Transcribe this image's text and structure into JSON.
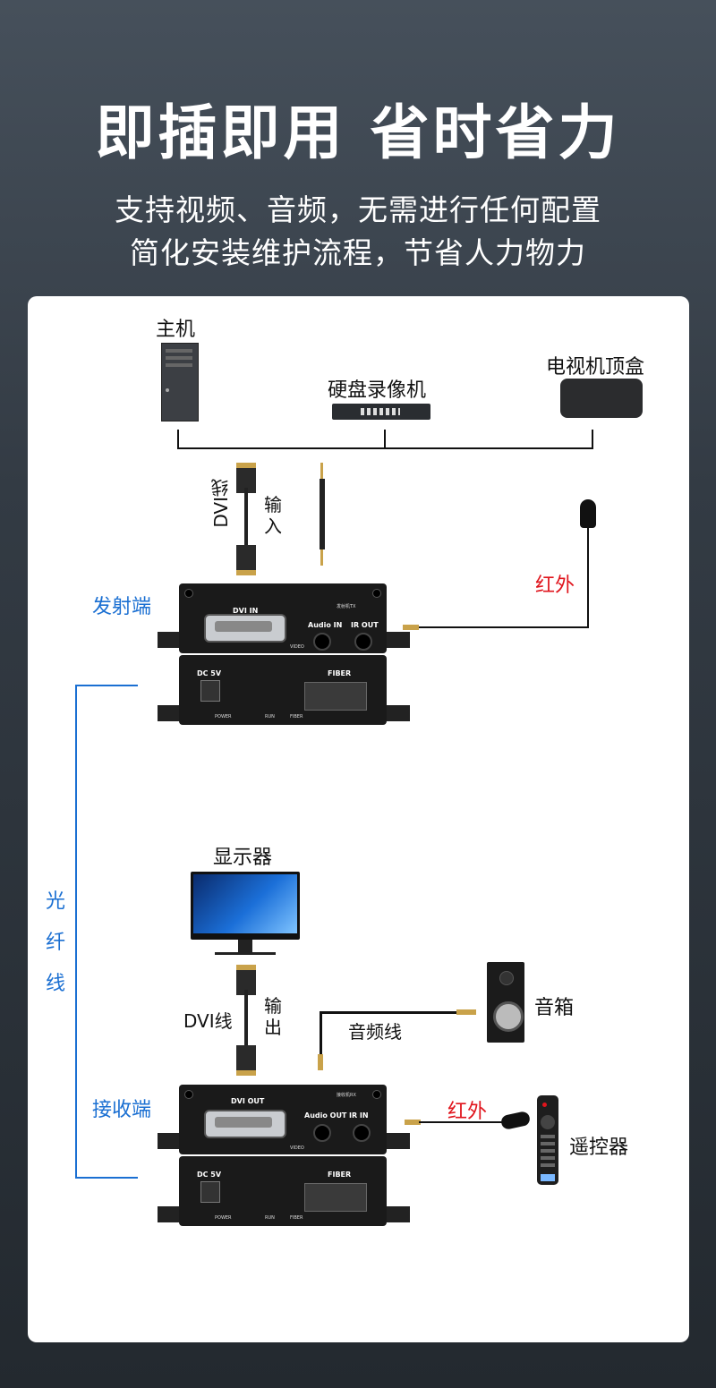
{
  "hero": {
    "title": "即插即用 省时省力",
    "subtitle_line1": "支持视频、音频，无需进行任何配置",
    "subtitle_line2": "简化安装维护流程，节省人力物力"
  },
  "devices": {
    "host": "主机",
    "dvr": "硬盘录像机",
    "settop": "电视机顶盒",
    "monitor": "显示器",
    "speaker": "音箱",
    "remote": "遥控器"
  },
  "labels": {
    "dvi_top": "DVI线",
    "input": "输入",
    "ir_top": "红外",
    "transmitter": "发射端",
    "fiber": "光纤线",
    "dvi_bottom": "DVI线",
    "output": "输出",
    "audio_cable": "音频线",
    "receiver": "接收端",
    "ir_bottom": "红外"
  },
  "tx_unit": {
    "dvi_port": "DVI IN",
    "model": "发射机TX",
    "audio": "Audio IN",
    "ir": "IR OUT",
    "video": "VIDEO",
    "dc": "DC 5V",
    "fiber": "FIBER",
    "power": "POWER",
    "run": "RUN",
    "fiber_led": "FIBER"
  },
  "rx_unit": {
    "dvi_port": "DVI OUT",
    "model": "接收机RX",
    "audio": "Audio OUT",
    "ir": "IR IN",
    "video": "VIDEO",
    "dc": "DC 5V",
    "fiber": "FIBER",
    "power": "POWER",
    "run": "RUN",
    "fiber_led": "FIBER"
  },
  "colors": {
    "accent_blue": "#1a6fd2",
    "ir_red": "#e0141c"
  },
  "icons": [
    "pc-tower-icon",
    "dvr-icon",
    "set-top-box-icon",
    "dvi-cable-icon",
    "audio-cable-icon",
    "ir-receiver-icon",
    "monitor-icon",
    "speaker-icon",
    "remote-control-icon"
  ]
}
